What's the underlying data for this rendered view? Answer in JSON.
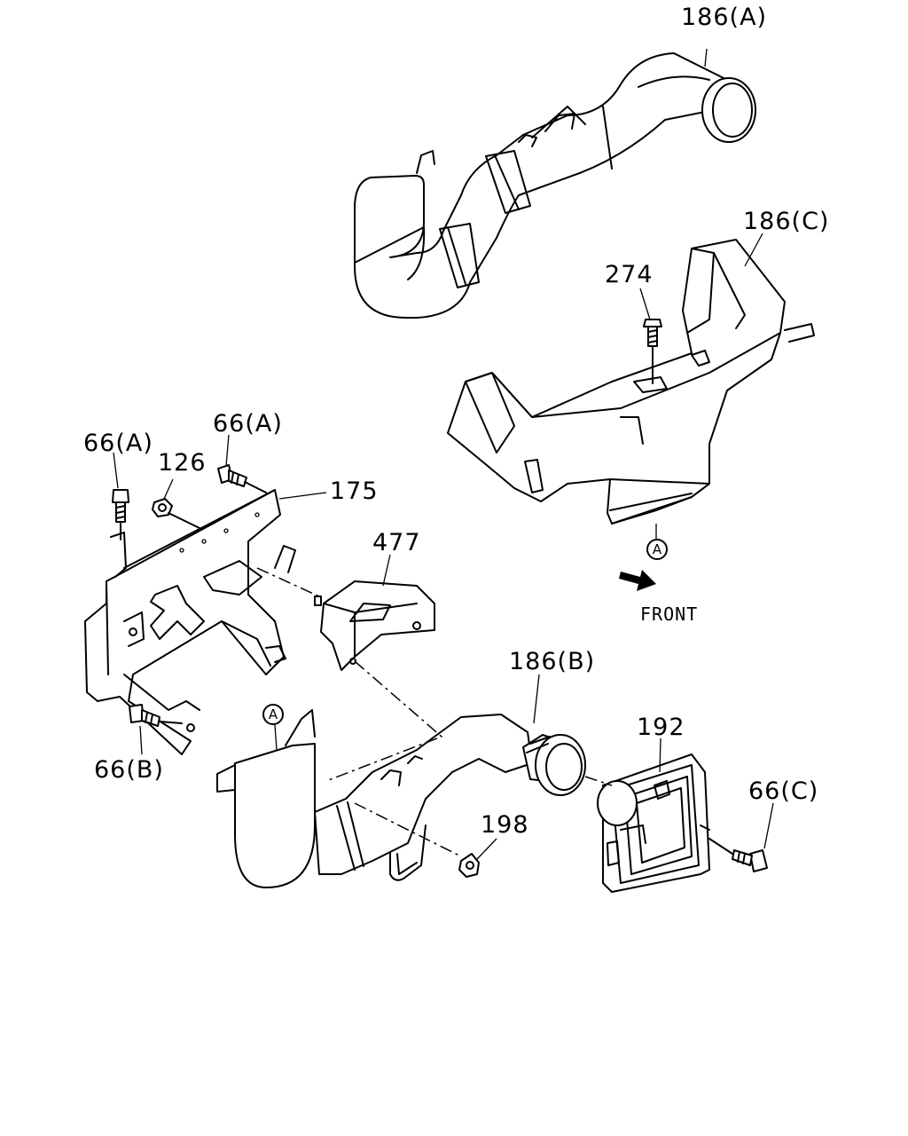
{
  "labels": {
    "part_186A": "186(A)",
    "part_186C": "186(C)",
    "part_274": "274",
    "part_66A_left": "66(A)",
    "part_126": "126",
    "part_66A_right": "66(A)",
    "part_175": "175",
    "part_477": "477",
    "part_186B": "186(B)",
    "part_192": "192",
    "part_66B": "66(B)",
    "part_198": "198",
    "part_66C": "66(C)",
    "ref_A_upper": "A",
    "ref_A_lower": "A",
    "front": "FRONT"
  }
}
